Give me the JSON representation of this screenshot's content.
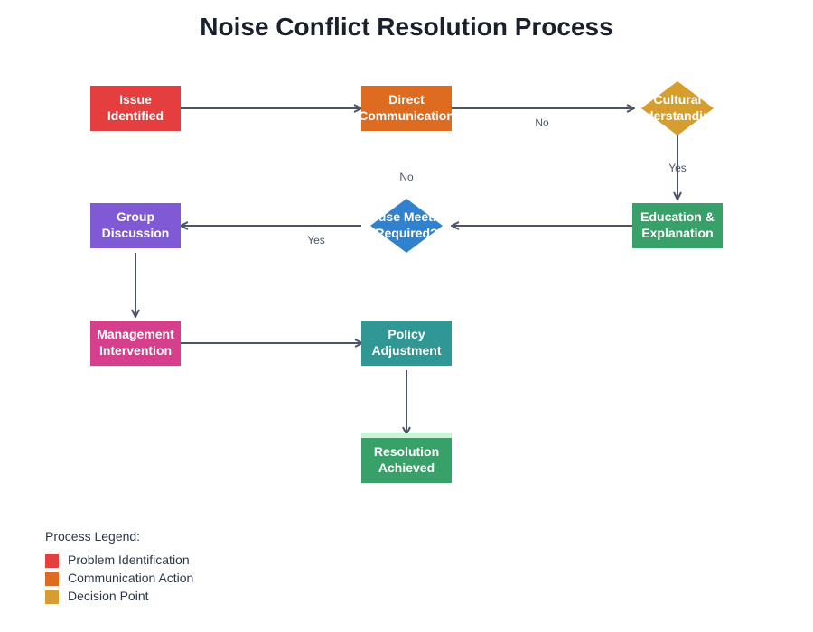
{
  "title": "Noise Conflict Resolution Process",
  "colors": {
    "edge": "#4a5568",
    "problem": "#e53e3e",
    "communication": "#dd6b20",
    "decision_cultural": "#d69e2e",
    "decision_meeting": "#3182ce",
    "education": "#38a169",
    "group": "#805ad5",
    "management": "#d53f8c",
    "policy": "#319795",
    "resolution": "#38a169"
  },
  "nodes": {
    "issue": {
      "lines": [
        "Issue",
        "Identified"
      ]
    },
    "direct": {
      "lines": [
        "Direct",
        "Communication"
      ]
    },
    "cultural": {
      "lines": [
        "Cultural",
        "Understanding?"
      ]
    },
    "education": {
      "lines": [
        "Education &",
        "Explanation"
      ]
    },
    "meeting": {
      "lines": [
        "House Meeting",
        "Required?"
      ]
    },
    "group": {
      "lines": [
        "Group",
        "Discussion"
      ]
    },
    "management": {
      "lines": [
        "Management",
        "Intervention"
      ]
    },
    "policy": {
      "lines": [
        "Policy",
        "Adjustment"
      ]
    },
    "resolution": {
      "lines": [
        "Resolution",
        "Achieved"
      ]
    }
  },
  "edge_labels": {
    "direct_to_cultural": "No",
    "cultural_to_education": "Yes",
    "meeting_no": "No",
    "meeting_to_group": "Yes"
  },
  "legend": {
    "title": "Process Legend:",
    "items": [
      {
        "label": "Problem Identification",
        "color": "#e53e3e"
      },
      {
        "label": "Communication Action",
        "color": "#dd6b20"
      },
      {
        "label": "Decision Point",
        "color": "#d69e2e"
      }
    ]
  }
}
